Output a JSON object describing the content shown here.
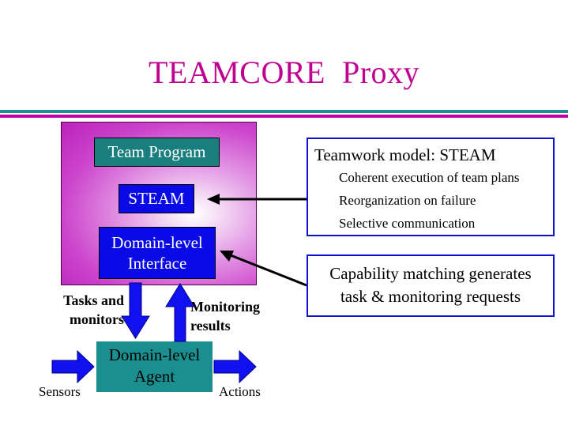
{
  "title": "TEAMCORE  Proxy",
  "proxy": {
    "team_program": "Team Program",
    "steam": "STEAM",
    "domain_interface_line1": "Domain-level",
    "domain_interface_line2": "Interface"
  },
  "agent": {
    "line1": "Domain-level",
    "line2": "Agent"
  },
  "teamwork_model": {
    "heading": "Teamwork model: STEAM",
    "items": [
      "Coherent execution of team plans",
      "Reorganization on failure",
      "Selective communication"
    ]
  },
  "capability": {
    "line1": "Capability matching generates",
    "line2": "task & monitoring requests"
  },
  "labels": {
    "tasks_line1": "Tasks and",
    "tasks_line2": "monitors",
    "monitoring_line1": "Monitoring",
    "monitoring_line2": "results",
    "sensors": "Sensors",
    "actions": "Actions"
  },
  "colors": {
    "title": "#c00090",
    "teal": "#1b7e7e",
    "blue": "#0a0ae6",
    "magenta": "#c000a0",
    "arrow_blue": "#1010f0"
  }
}
